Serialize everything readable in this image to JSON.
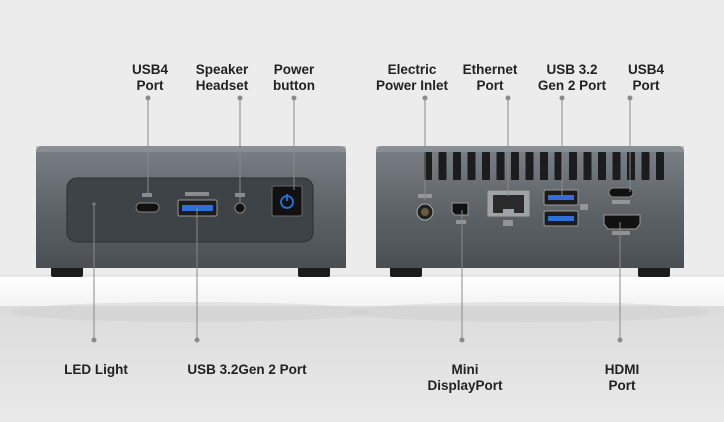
{
  "labels": {
    "usb4_port_front": "USB4\nPort",
    "speaker_headset": "Speaker\nHeadset",
    "power_button": "Power\nbutton",
    "led_light": "LED Light",
    "usb32_front": "USB 3.2Gen 2 Port",
    "electric_power_inlet": "Electric\nPower Inlet",
    "ethernet_port": "Ethernet\nPort",
    "usb32_gen2_rear": "USB 3.2\nGen 2 Port",
    "usb4_port_rear": "USB4\nPort",
    "mini_displayport": "Mini\nDisplayPort",
    "hdmi_port": "HDMI\nPort"
  },
  "colors": {
    "background": "#ececec",
    "device_body": "#5f6569",
    "panel": "#3f4448",
    "usb_blue": "#2f6fd6",
    "power_led": "#1e78e0",
    "leader_line": "#8a8a8a"
  }
}
